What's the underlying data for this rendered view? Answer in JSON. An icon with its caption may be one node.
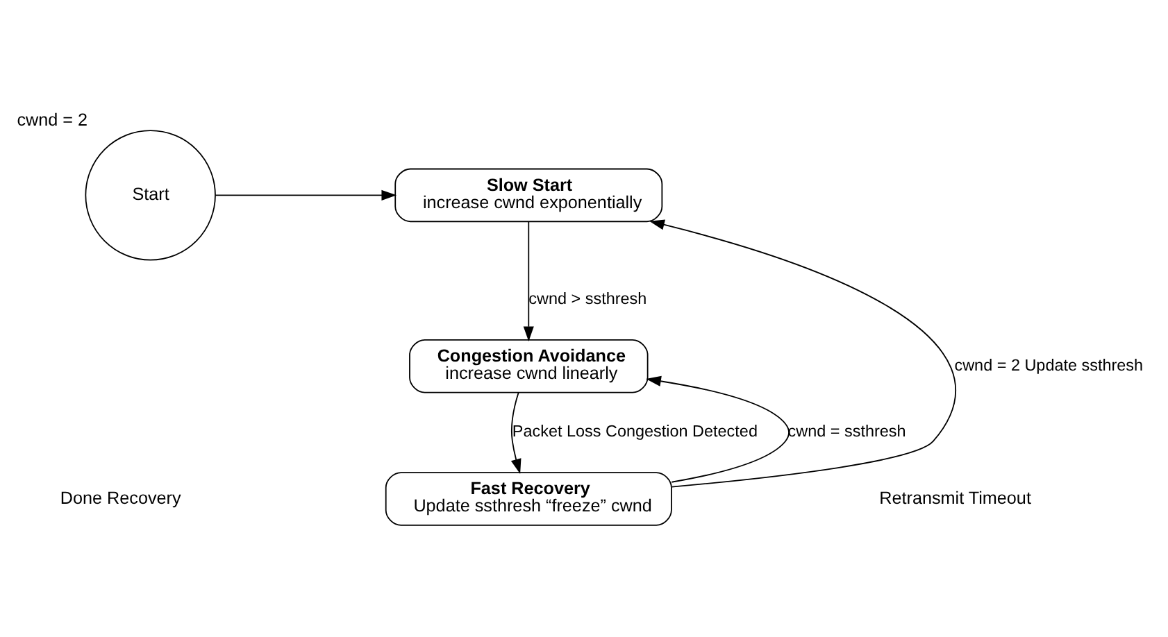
{
  "diagram": {
    "nodes": [
      {
        "text": [
          "Start"
        ],
        "beside": [
          "cwnd = 2"
        ]
      },
      {
        "text": [
          "Slow Start",
          "increase cwnd exponentially"
        ]
      },
      {
        "text": [
          "Congestion Avoidance",
          "increase cwnd linearly"
        ]
      },
      {
        "text": [
          "Fast Recovery",
          "Update ssthresh “freeze” cwnd"
        ]
      }
    ],
    "edges": [
      {
        "from": 0,
        "to": 1,
        "arrow": "to"
      },
      {
        "from": 1,
        "to": 2,
        "arrow": "to",
        "label": "cwnd > ssthresh"
      },
      {
        "from": 2,
        "to": 3,
        "arrow": "to",
        "label": "Packet Loss Congestion Detected"
      },
      {
        "from": 3,
        "to": 2,
        "arrow": "to",
        "label": "cwnd = ssthresh"
      },
      {
        "from": 3,
        "to": 1,
        "arrow": "to",
        "label": "cwnd = 2 Update ssthresh"
      }
    ],
    "labels": [
      "Done Recovery",
      "Retransmit Timeout"
    ]
  }
}
